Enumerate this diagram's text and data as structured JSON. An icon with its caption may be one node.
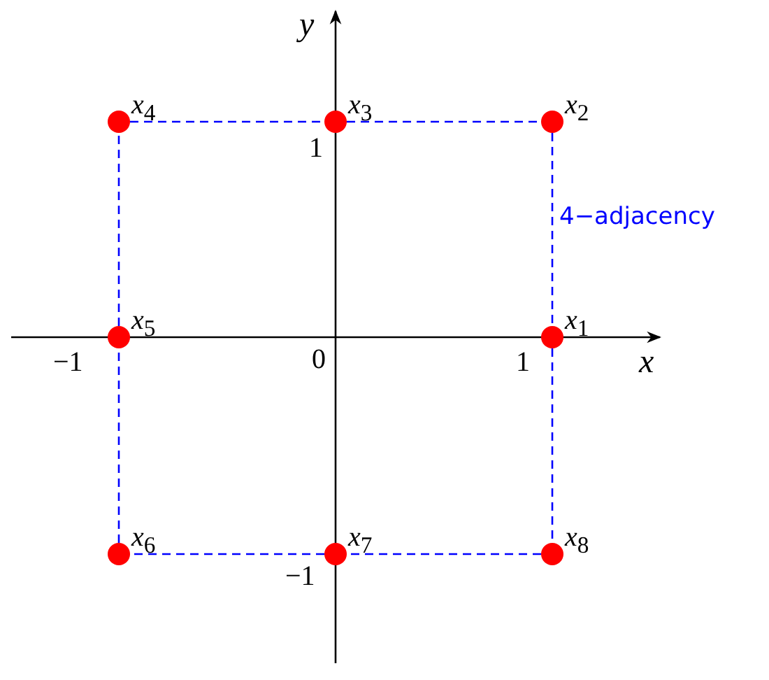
{
  "diagram": {
    "nodes": [
      {
        "text": [],
        "shape": "circle",
        "beside": [
          "*x*$_{4}$"
        ]
      },
      {
        "text": [],
        "shape": "circle",
        "beside": [
          "*x*$_{3}$"
        ]
      },
      {
        "text": [],
        "shape": "circle",
        "beside": [
          "*x*$_{2}$"
        ]
      },
      {
        "text": [],
        "shape": "circle",
        "beside": [
          "*x*$_{5}$"
        ]
      },
      {
        "text": [],
        "shape": "circle",
        "beside": [
          "*x*$_{1}$"
        ]
      },
      {
        "text": [],
        "shape": "circle",
        "beside": [
          "*x*$_{6}$"
        ]
      },
      {
        "text": [],
        "shape": "circle",
        "beside": [
          "*x*$_{7}$"
        ]
      },
      {
        "text": [],
        "shape": "circle",
        "beside": [
          "*x*$_{8}$"
        ]
      }
    ],
    "edges": [
      {
        "from": 0,
        "to": 1,
        "arrow": "none",
        "style": "dashed"
      },
      {
        "from": 1,
        "to": 2,
        "arrow": "none",
        "style": "dashed"
      },
      {
        "from": 2,
        "to": 4,
        "arrow": "none",
        "style": "dashed",
        "label": "4−adjacency"
      },
      {
        "from": 4,
        "to": 7,
        "arrow": "none",
        "style": "dashed"
      },
      {
        "from": 7,
        "to": 6,
        "arrow": "none",
        "style": "dashed"
      },
      {
        "from": 6,
        "to": 5,
        "arrow": "none",
        "style": "dashed"
      },
      {
        "from": 5,
        "to": 3,
        "arrow": "none",
        "style": "dashed"
      },
      {
        "from": 3,
        "to": 0,
        "arrow": "none",
        "style": "dashed"
      }
    ],
    "labels": [
      "y",
      "1",
      "−1",
      "0",
      "1",
      "x",
      "−1"
    ]
  }
}
